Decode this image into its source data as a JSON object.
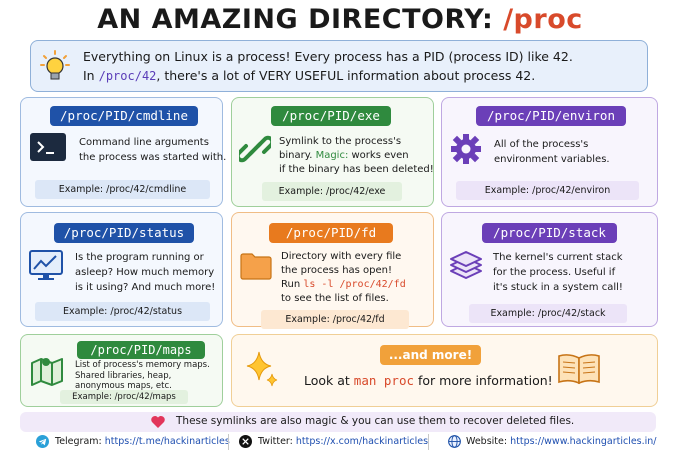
{
  "title": {
    "main": "AN AMAZING DIRECTORY:",
    "accent": "/proc"
  },
  "intro": {
    "line1": "Everything on Linux is a process! Every process has a PID (process ID) like 42.",
    "line2_prefix": "In ",
    "line2_code": "/proc/42",
    "line2_suffix": ", there's a lot of VERY USEFUL information about process 42."
  },
  "cards": {
    "cmdline": {
      "title": "/proc/PID/cmdline",
      "desc1": "Command line arguments",
      "desc2": "the process was started with.",
      "example": "Example:  /proc/42/cmdline"
    },
    "exe": {
      "title": "/proc/PID/exe",
      "desc1": "Symlink to the process's",
      "desc2a": "binary. ",
      "magic": "Magic:",
      "desc2b": " works even",
      "desc3": "if the binary has been deleted!",
      "example": "Example:  /proc/42/exe"
    },
    "environ": {
      "title": "/proc/PID/environ",
      "desc1": "All of the process's",
      "desc2": "environment variables.",
      "example": "Example:  /proc/42/environ"
    },
    "status": {
      "title": "/proc/PID/status",
      "desc1": "Is the program running or",
      "desc2": "asleep? How much memory",
      "desc3": "is it using? And much more!",
      "example": "Example:  /proc/42/status"
    },
    "fd": {
      "title": "/proc/PID/fd",
      "desc1": "Directory with every file",
      "desc2": "the process has open!",
      "desc3a": "Run  ",
      "cmd": "ls -l /proc/42/fd",
      "desc4": "to see the list of files.",
      "example": "Example:  /proc/42/fd"
    },
    "stack": {
      "title": "/proc/PID/stack",
      "desc1": "The kernel's current stack",
      "desc2": "for the process. Useful if",
      "desc3": "it's stuck in a system call!",
      "example": "Example:  /proc/42/stack"
    },
    "maps": {
      "title": "/proc/PID/maps",
      "desc1": "List of process's memory maps.",
      "desc2": "Shared libraries, heap,",
      "desc3": "anonymous maps, etc.",
      "example": "Example:  /proc/42/maps"
    }
  },
  "more": {
    "pill": "...and more!",
    "text_prefix": "Look at ",
    "cmd": "man proc",
    "text_suffix": " for more information!"
  },
  "note": "These symlinks are also magic & you can use them to recover deleted files.",
  "footer": {
    "telegram_label": "Telegram:",
    "telegram_url": "https://t.me/hackinarticles",
    "twitter_label": "Twitter:",
    "twitter_url": "https://x.com/hackinarticles",
    "website_label": "Website:",
    "website_url": "https://www.hackingarticles.in/"
  },
  "colors": {
    "blue": "#1f52a8",
    "green": "#2f8a3e",
    "purple": "#6b3fb8",
    "orange": "#e87a1e",
    "accent": "#d84a2b"
  },
  "icons": [
    "lightbulb-icon",
    "terminal-icon",
    "chain-link-icon",
    "gear-icon",
    "chart-monitor-icon",
    "folder-icon",
    "layers-icon",
    "map-icon",
    "sparkles-icon",
    "book-icon",
    "heart-icon",
    "telegram-icon",
    "x-icon",
    "globe-icon"
  ]
}
